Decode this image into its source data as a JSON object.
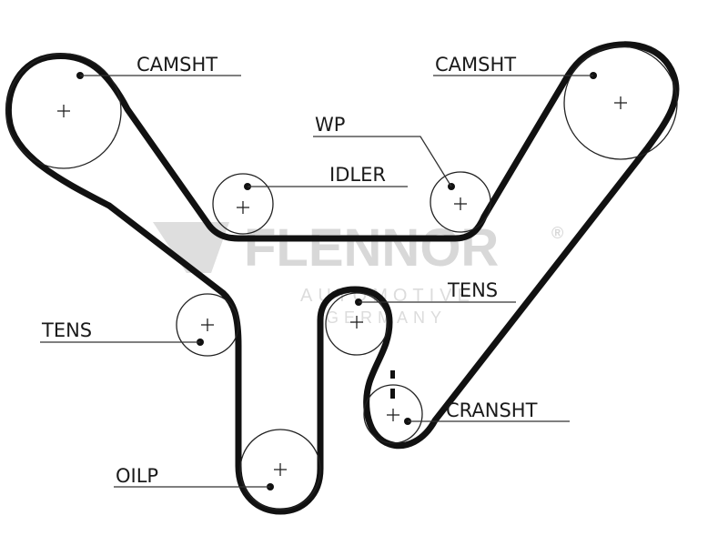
{
  "watermark": {
    "brand": "FLENNOR",
    "registered": "®",
    "line1": "AUTOMOTIVE",
    "line2": "GERMANY"
  },
  "labels": {
    "camshaft_left": "CAMSHT",
    "camshaft_right": "CAMSHT",
    "water_pump": "WP",
    "idler": "IDLER",
    "tensioner_left": "TENS",
    "tensioner_right": "TENS",
    "crankshaft": "CRANSHT",
    "oil_pump": "OILP"
  },
  "colors": {
    "belt": "#111111",
    "pulley_outline": "#222222",
    "label_text": "#1a1a1a",
    "watermark": "#d8d8d8",
    "background": "#ffffff"
  }
}
